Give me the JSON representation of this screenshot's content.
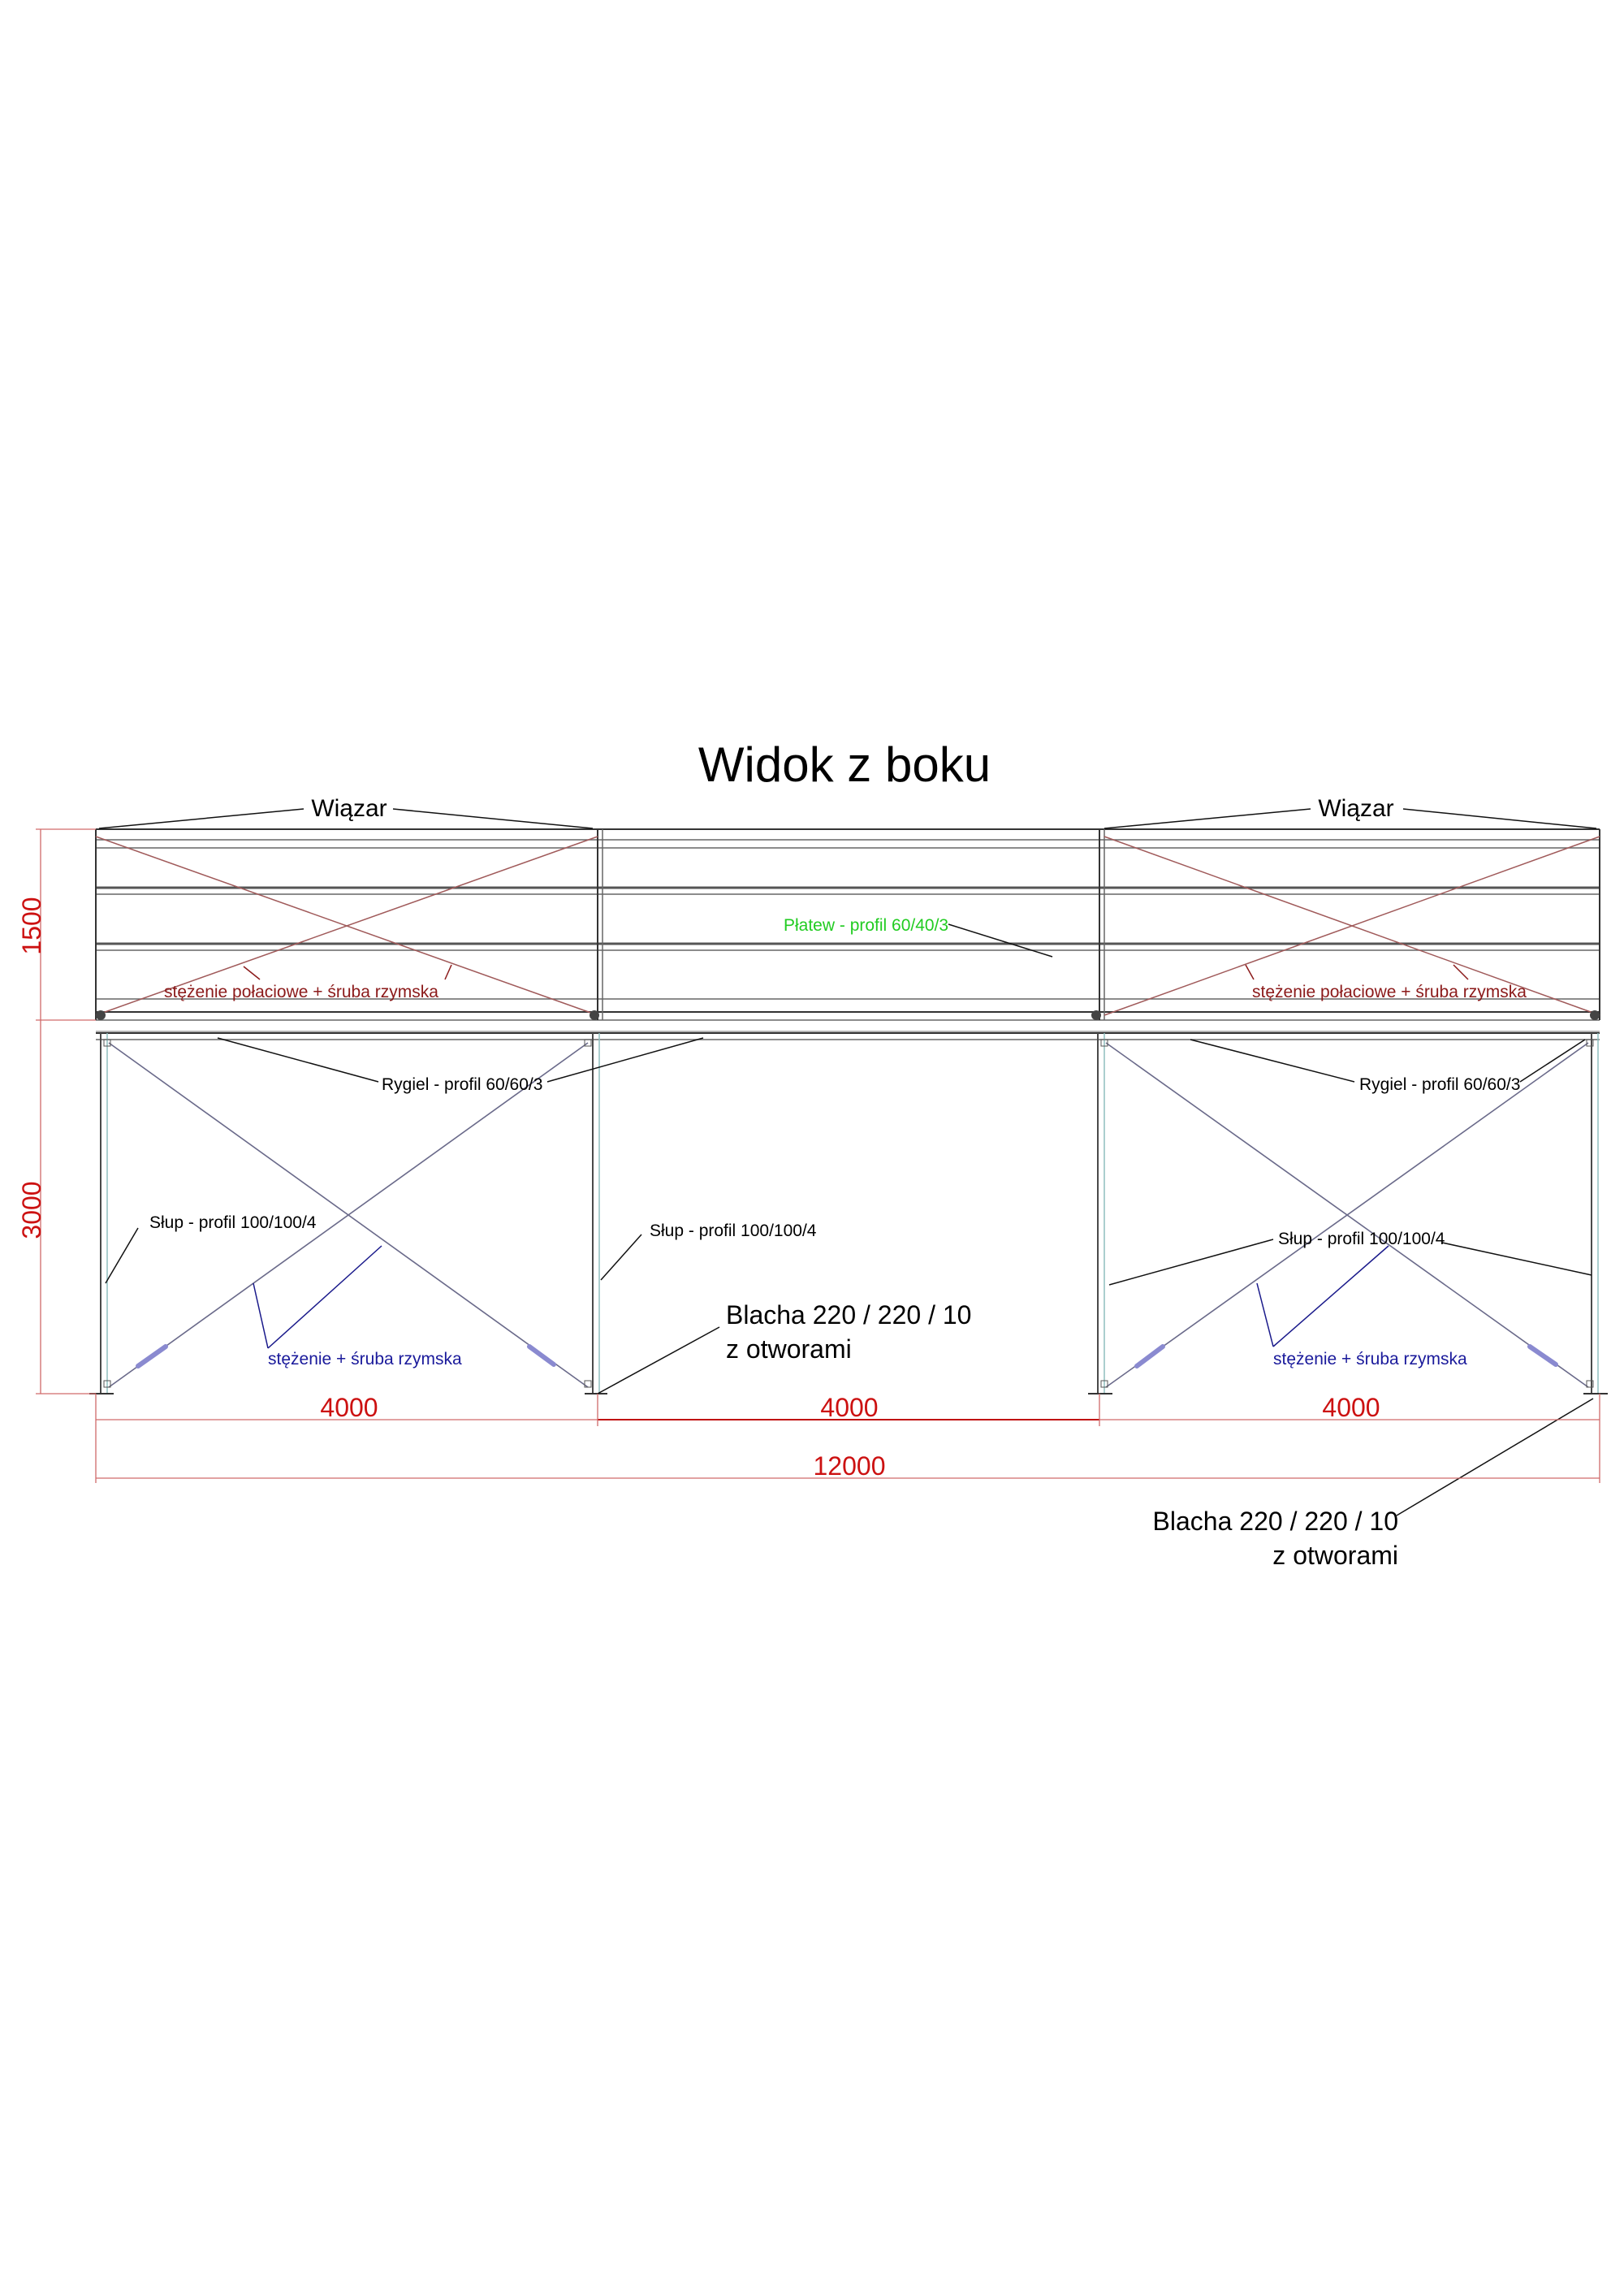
{
  "title": "Widok z boku",
  "labels": {
    "truss_left": "Wiązar",
    "truss_right": "Wiązar",
    "purlin": "Płatew - profil 60/40/3",
    "roof_brace_left": "stężenie połaciowe + śruba rzymska",
    "roof_brace_right": "stężenie połaciowe + śruba rzymska",
    "rail_left": "Rygiel - profil 60/60/3",
    "rail_right": "Rygiel - profil 60/60/3",
    "column_left": "Słup - profil 100/100/4",
    "column_middle": "Słup - profil 100/100/4",
    "column_right": "Słup - profil 100/100/4",
    "wall_brace_left": "stężenie + śruba rzymska",
    "wall_brace_right": "stężenie + śruba rzymska",
    "plate_middle_line1": "Blacha 220 / 220 / 10",
    "plate_middle_line2": "z otworami",
    "plate_bottom_line1": "Blacha 220 / 220 / 10",
    "plate_bottom_line2": "z otworami"
  },
  "dimensions": {
    "height_roof": "1500",
    "height_wall": "3000",
    "bay_1": "4000",
    "bay_2": "4000",
    "bay_3": "4000",
    "total": "12000"
  },
  "colors": {
    "dimension_text": "#cc1111",
    "roof_brace_text": "#8b1a1a",
    "wall_brace_text": "#1a1a9b",
    "purlin_text": "#22cc22",
    "label_text": "#000000"
  }
}
